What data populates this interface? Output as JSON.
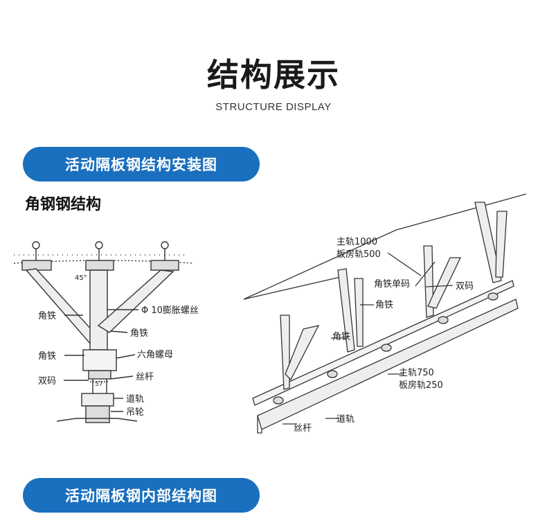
{
  "header": {
    "title": "结构展示",
    "subtitle": "STRUCTURE DISPLAY"
  },
  "sections": [
    {
      "label": "活动隔板钢结构安装图"
    },
    {
      "label": "活动隔板钢内部结构图"
    }
  ],
  "left_diagram": {
    "heading": "角钢钢结构",
    "angle": "45°",
    "dimension": "57",
    "labels": {
      "angle_iron_upper": "角铁",
      "bolt": "Φ 10膨胀螺丝",
      "angle_iron_right": "角铁",
      "angle_iron_lower": "角铁",
      "hex_nut": "六角螺母",
      "double_clamp": "双码",
      "screw_rod": "丝杆",
      "track": "道轨",
      "pulley": "吊轮"
    }
  },
  "right_diagram": {
    "labels": {
      "main_rail_top_1": "主轨1000",
      "main_rail_top_2": "板房轨500",
      "single_clamp": "角铁单码",
      "double_clamp": "双码",
      "angle_iron_1": "角铁",
      "angle_iron_2": "角铁",
      "main_rail_bottom_1": "主轨750",
      "main_rail_bottom_2": "板房轨250",
      "track": "道轨",
      "screw_rod": "丝杆"
    }
  },
  "colors": {
    "accent": "#1a6fbe"
  }
}
